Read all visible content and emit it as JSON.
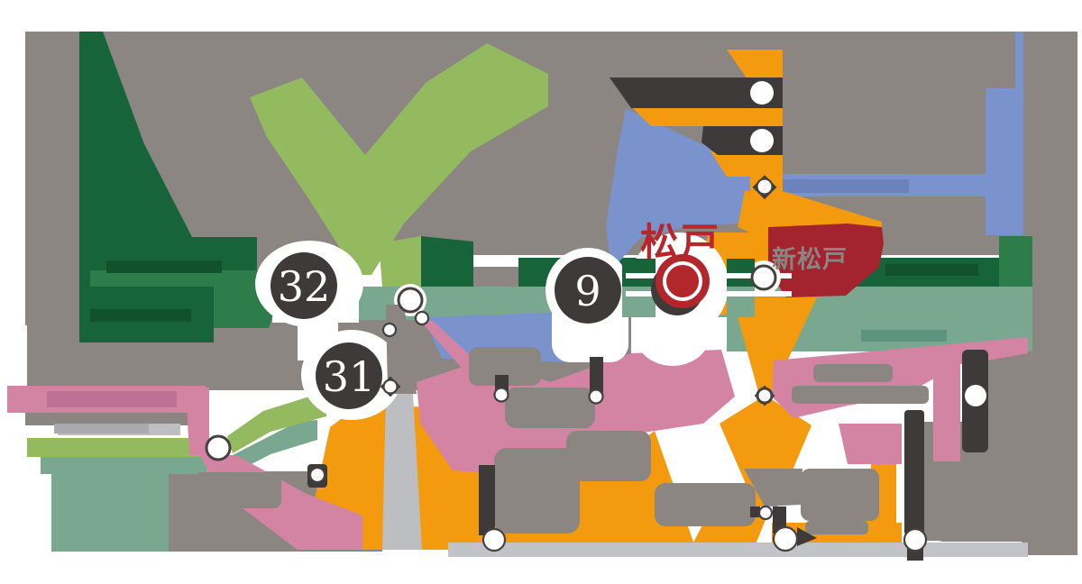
{
  "map": {
    "type": "railway-route-map",
    "stations": {
      "matsudo": {
        "label": "松戸",
        "marker": "large-crimson-double-circle"
      },
      "shin_matsudo": {
        "label": "新松戸",
        "marker": "white-circle-dark-ring"
      }
    },
    "station_badges": [
      {
        "number": "32"
      },
      {
        "number": "31"
      },
      {
        "number": "9"
      }
    ],
    "colors": {
      "background": "#ffffff",
      "field_gray": "#8b8682",
      "silver": "#bdbec2",
      "bottom_band_gray": "#c2c3c7",
      "dark_green": "#17643a",
      "medium_green": "#2d7d4b",
      "sage_green": "#79a78f",
      "light_green": "#94ba5f",
      "orange": "#f49a0f",
      "blue": "#7b93cd",
      "pink": "#d384a3",
      "crimson": "#b2262c",
      "dark_red": "#a3242e",
      "charcoal": "#3e3a39",
      "badge_text": "#ffffff",
      "matsudo_label_color": "#b5272d",
      "shin_matsudo_label_color": "#8b8682"
    }
  }
}
